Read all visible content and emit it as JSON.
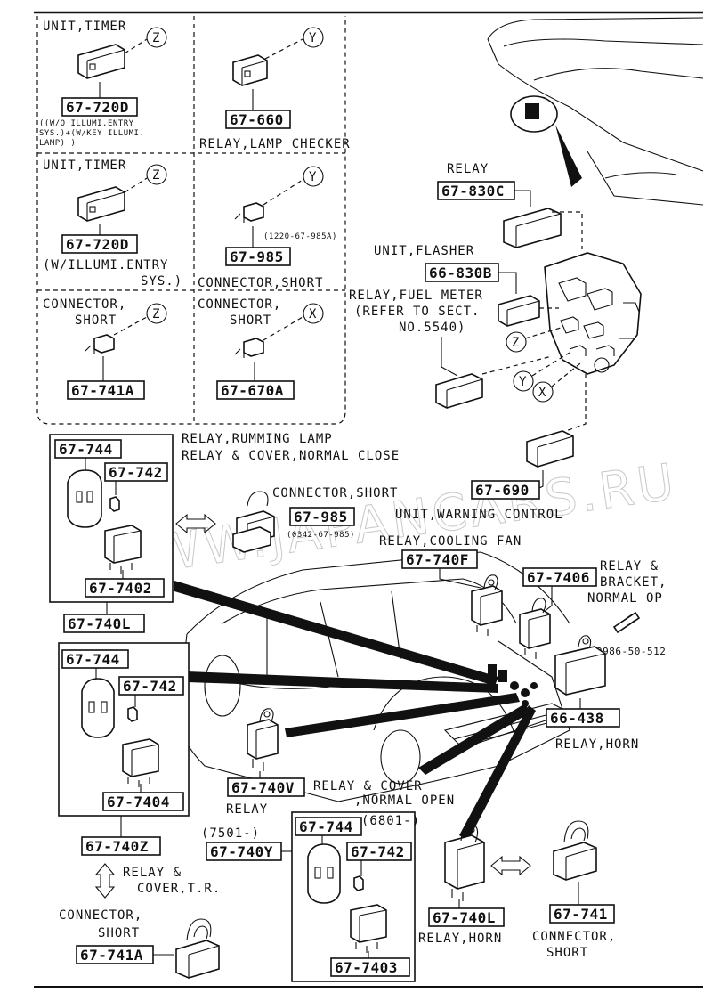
{
  "watermark": "WWW.JAPANCARS.RU",
  "labels": {
    "unit_timer_1": "UNIT,TIMER",
    "note_720d_1": "((W/O ILLUMI.ENTRY",
    "note_720d_2": "SYS.)+(W/KEY ILLUMI.",
    "note_720d_3": "LAMP) )",
    "relay_lamp_checker": "RELAY,LAMP CHECKER",
    "unit_timer_2": "UNIT,TIMER",
    "note_720d2_1": "(W/ILLUMI.ENTRY",
    "note_720d2_2": "SYS.)",
    "connector_short_985": "CONNECTOR,SHORT",
    "sub_985": "(1220-67-985A)",
    "connector_short_741a_1": "CONNECTOR,",
    "connector_short_741a_2": "SHORT",
    "connector_short_670a_1": "CONNECTOR,",
    "connector_short_670a_2": "SHORT",
    "relay": "RELAY",
    "unit_flasher": "UNIT,FLASHER",
    "relay_fuel_meter_1": "RELAY,FUEL METER",
    "relay_fuel_meter_2": "(REFER TO SECT.",
    "relay_fuel_meter_3": "NO.5540)",
    "unit_warning_control": "UNIT,WARNING CONTROL",
    "relay_running_lamp": "RELAY,RUMMING LAMP",
    "relay_cover_nc": "RELAY & COVER,NORMAL CLOSE",
    "connector_short_985b": "CONNECTOR,SHORT",
    "sub_985b": "(0342-67-985)",
    "relay_cooling_fan": "RELAY,COOLING FAN",
    "relay_bracket_1": "RELAY &",
    "relay_bracket_2": "BRACKET,",
    "relay_bracket_3": "NORMAL OP",
    "bolt_no": "9986-50-512",
    "relay_horn_438": "RELAY,HORN",
    "relay_740v": "RELAY",
    "relay_cover_no_1": "RELAY & COVER",
    "relay_cover_no_2": ",NORMAL OPEN",
    "relay_cover_tr_1": "RELAY &",
    "relay_cover_tr_2": "COVER,T.R.",
    "connector_short_741a_b1": "CONNECTOR,",
    "connector_short_741a_b2": "SHORT",
    "date_7501": "(7501-)",
    "date_6801": "(6801-)",
    "relay_horn_740l": "RELAY,HORN",
    "connector_short_741_1": "CONNECTOR,",
    "connector_short_741_2": "SHORT"
  },
  "callouts": {
    "z": "Z",
    "y": "Y",
    "x": "X"
  },
  "parts": {
    "p720d_1": "67-720D",
    "p660": "67-660",
    "p720d_2": "67-720D",
    "p985": "67-985",
    "p741a": "67-741A",
    "p670a": "67-670A",
    "p830c": "67-830C",
    "p66_830b": "66-830B",
    "p690": "67-690",
    "p744_a": "67-744",
    "p742_a": "67-742",
    "p7402": "67-7402",
    "p740l_a": "67-740L",
    "p985b": "67-985",
    "p740f": "67-740F",
    "p7406": "67-7406",
    "p744_b": "67-744",
    "p742_b": "67-742",
    "p7404": "67-7404",
    "p740z": "67-740Z",
    "p438": "66-438",
    "p740v": "67-740V",
    "p744_c": "67-744",
    "p742_c": "67-742",
    "p740y": "67-740Y",
    "p7403": "67-7403",
    "p741a_b": "67-741A",
    "p740l_b": "67-740L",
    "p741": "67-741"
  }
}
